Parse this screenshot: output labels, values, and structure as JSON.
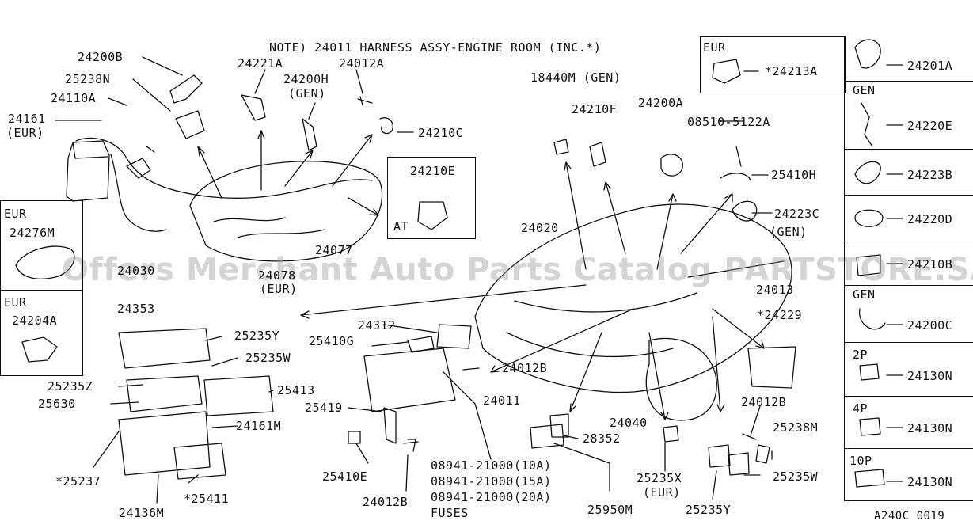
{
  "note": "NOTE) 24011 HARNESS ASSY-ENGINE ROOM (INC.*)",
  "watermark": "Offers Merchant Auto Parts Catalog PARTSTORE.SA",
  "diagram_code": "A240C 0019",
  "colors": {
    "ink": "#111111",
    "watermark": "#a0a0a0",
    "background": "#ffffff"
  },
  "left_panel": {
    "eur_label_1": "EUR",
    "part_1": "24276M",
    "eur_label_2": "EUR",
    "part_2": "24204A"
  },
  "top_right_box": {
    "label": "EUR",
    "part": "*24213A"
  },
  "at_box": {
    "part": "24210E",
    "label": "AT"
  },
  "right_panel": [
    {
      "tag": "",
      "part": "24201A"
    },
    {
      "tag": "GEN",
      "part": "24220E"
    },
    {
      "tag": "",
      "part": "24223B"
    },
    {
      "tag": "",
      "part": "24220D"
    },
    {
      "tag": "",
      "part": "24210B"
    },
    {
      "tag": "GEN",
      "part": "24200C"
    },
    {
      "tag": "2P",
      "part": "24130N"
    },
    {
      "tag": "4P",
      "part": "24130N"
    },
    {
      "tag": "10P",
      "part": "24130N"
    }
  ],
  "callouts": {
    "c24200B": "24200B",
    "c25238N": "25238N",
    "c24110A": "24110A",
    "c24161": "24161",
    "c24161eur": "(EUR)",
    "c24221A": "24221A",
    "c24200H": "24200H",
    "c24200Hgen": "(GEN)",
    "c24012A": "24012A",
    "c24210C": "24210C",
    "c24030": "24030",
    "c24078": "24078",
    "c24078eur": "(EUR)",
    "c24077": "24077",
    "c18440M": "18440M (GEN)",
    "c24210F": "24210F",
    "c24200A": "24200A",
    "c08510": "08510-5122A",
    "c25410H": "25410H",
    "c24223C": "24223C",
    "c24223Cgen": "(GEN)",
    "c24020": "24020",
    "c24013": "24013",
    "c24229": "*24229",
    "c24353": "24353",
    "c25235Y_a": "25235Y",
    "c25235W_a": "25235W",
    "c25235Z": "25235Z",
    "c25630": "25630",
    "c25413": "25413",
    "c24161M": "24161M",
    "c25237": "*25237",
    "c24136M": "24136M",
    "c25411": "*25411",
    "c24312": "24312",
    "c25410G": "25410G",
    "c24012B_a": "24012B",
    "c24011": "24011",
    "c25419": "25419",
    "c25410E": "25410E",
    "c24012B_b": "24012B",
    "c08941_10": "08941-21000(10A)",
    "c08941_15": "08941-21000(15A)",
    "c08941_20": "08941-21000(20A)",
    "c fuses": "FUSES",
    "c24040": "24040",
    "c28352": "28352",
    "c25950M": "25950M",
    "c25235X": "25235X",
    "c25235Xeur": "(EUR)",
    "c24012B_c": "24012B",
    "c25238M": "25238M",
    "c25235W_b": "25235W",
    "c25235Y_b": "25235Y"
  }
}
